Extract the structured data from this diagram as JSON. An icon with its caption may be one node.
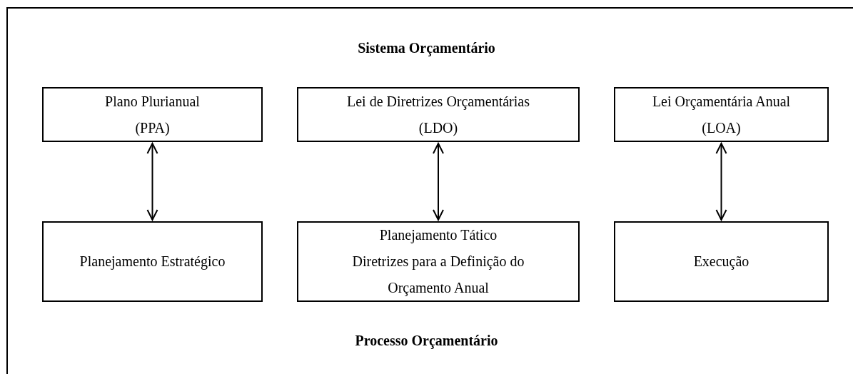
{
  "diagram": {
    "title": "Sistema Orçamentário",
    "nodes": [
      {
        "text": [
          "Plano Plurianual",
          "(PPA)"
        ]
      },
      {
        "text": [
          "Lei de Diretrizes Orçamentárias",
          "(LDO)"
        ]
      },
      {
        "text": [
          "Lei Orçamentária Anual",
          "(LOA)"
        ]
      },
      {
        "text": [
          "Planejamento Estratégico"
        ]
      },
      {
        "text": [
          "Planejamento Tático",
          "Diretrizes para a Definição do Orçamento Anual"
        ]
      },
      {
        "text": [
          "Execução"
        ]
      }
    ],
    "edges": [
      {
        "from": 0,
        "to": 3,
        "arrow": "both"
      },
      {
        "from": 1,
        "to": 4,
        "arrow": "both"
      },
      {
        "from": 2,
        "to": 5,
        "arrow": "both"
      }
    ],
    "labels": [
      "Processo Orçamentário"
    ]
  }
}
